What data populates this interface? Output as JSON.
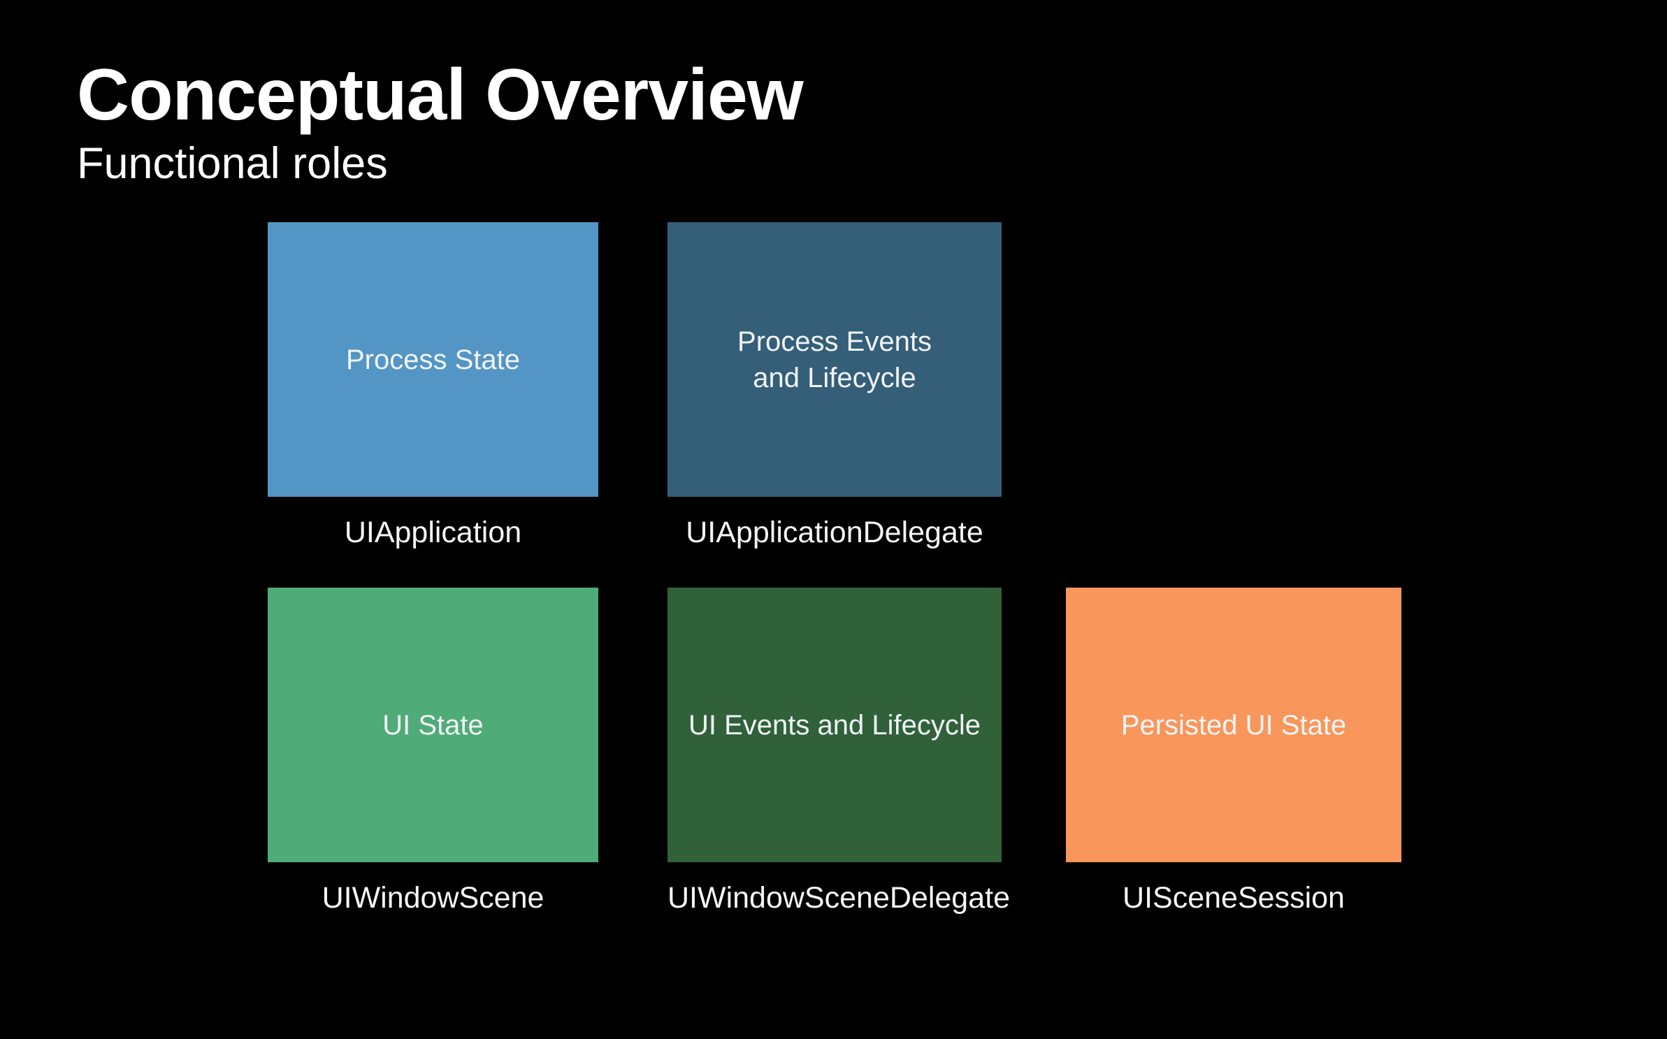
{
  "slide": {
    "title": "Conceptual Overview",
    "subtitle": "Functional roles",
    "background_color": "#000000",
    "title_color": "#ffffff"
  },
  "cards": [
    {
      "title": "Process State",
      "class_name": "UIApplication",
      "color": "#5395c5"
    },
    {
      "title": "Process Events\nand Lifecycle",
      "class_name": "UIApplicationDelegate",
      "color": "#355e78"
    },
    {
      "title": "UI State",
      "class_name": "UIWindowScene",
      "color": "#4fab77"
    },
    {
      "title": "UI Events and Lifecycle",
      "class_name": "UIWindowSceneDelegate",
      "color": "#306139"
    },
    {
      "title": "Persisted UI State",
      "class_name": "UISceneSession",
      "color": "#f9965b"
    }
  ]
}
